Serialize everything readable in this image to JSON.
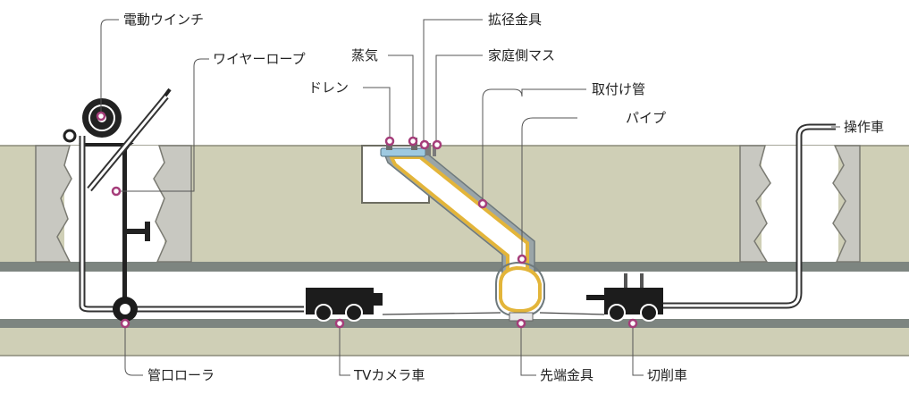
{
  "labels": {
    "winch": "電動ウインチ",
    "wire_rope": "ワイヤーロープ",
    "steam": "蒸気",
    "expansion_fitting": "拡径金具",
    "house_side_box": "家庭側マス",
    "drain": "ドレン",
    "attached_pipe": "取付け管",
    "pipe": "パイプ",
    "control_vehicle": "操作車",
    "pipe_mouth_roller": "管口ローラ",
    "tv_camera_vehicle": "TVカメラ車",
    "tip_fitting": "先端金具",
    "cutting_vehicle": "切削車"
  },
  "colors": {
    "ground": "#cfcfb6",
    "ground_edge": "#8a8a78",
    "main_pipe": "#7d8580",
    "steel_gray": "#9aa5a8",
    "liner_gold": "#e3b53a",
    "machine": "#1c1c1c",
    "callout_dot": "#a53d7a",
    "leader": "#555555"
  }
}
